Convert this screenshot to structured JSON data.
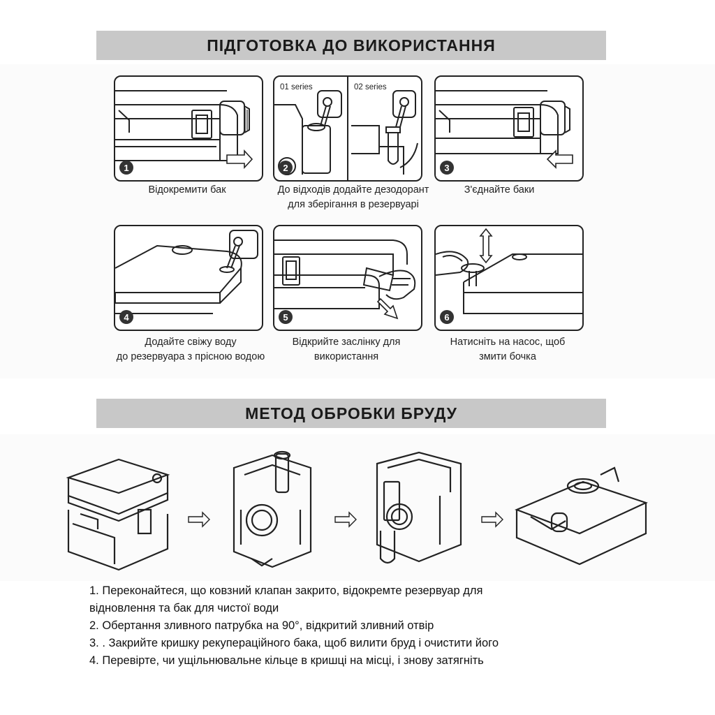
{
  "section1": {
    "title": "ПІДГОТОВКА ДО ВИКОРИСТАННЯ",
    "panels": [
      {
        "number": "1",
        "caption": [
          "Відокремити бак"
        ]
      },
      {
        "number": "2",
        "series_a": "01 series",
        "series_b": "02 series",
        "caption": [
          "До відходів додайте дезодорант",
          "для зберігання в резервуарі"
        ]
      },
      {
        "number": "3",
        "caption": [
          "З'єднайте баки"
        ]
      },
      {
        "number": "4",
        "caption": [
          "Додайте свіжу воду",
          "до резервуара з прісною водою"
        ]
      },
      {
        "number": "5",
        "caption": [
          "Відкрийте заслінку для",
          "використання"
        ]
      },
      {
        "number": "6",
        "caption": [
          "Натисніть на насос, щоб",
          "змити бочка"
        ]
      }
    ]
  },
  "section2": {
    "title": "МЕТОД ОБРОБКИ БРУДУ",
    "steps": [
      "1.  Переконайтеся, що ковзний клапан закрито, відокремте резервуар для",
      "      відновлення та бак для чистої води",
      "2. Обертання зливного патрубка на 90°, відкритий зливний отвір",
      "3. . Закрийте кришку рекупераційного бака, щоб вилити бруд і очистити його",
      "4.  Перевірте, чи ущільнювальне кільце в кришці на місці, і знову затягніть"
    ]
  },
  "colors": {
    "banner": "#c8c8c8",
    "line": "#222222",
    "number_bg": "#333333"
  }
}
